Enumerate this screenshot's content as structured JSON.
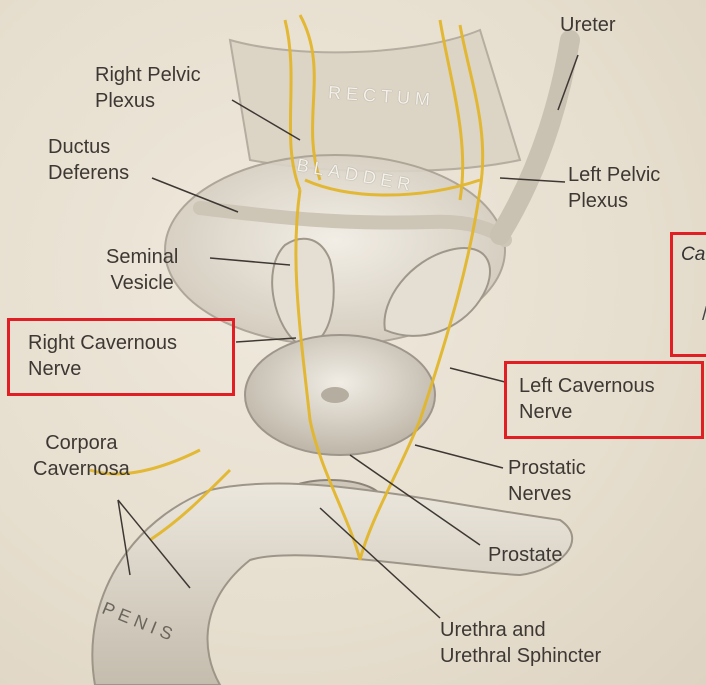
{
  "organs": {
    "rectum": "RECTUM",
    "bladder": "BLADDER",
    "penis": "PENIS"
  },
  "labels": {
    "ureter": "Ureter",
    "right_pelvic_plexus": [
      "Right Pelvic",
      "Plexus"
    ],
    "ductus_deferens": [
      "Ductus",
      "Deferens"
    ],
    "left_pelvic_plexus": [
      "Left Pelvic",
      "Plexus"
    ],
    "seminal_vesicle": [
      "Seminal",
      "Vesicle"
    ],
    "right_cavernous_nerve": [
      "Right Cavernous",
      "Nerve"
    ],
    "left_cavernous_nerve": [
      "Left Cavernous",
      "Nerve"
    ],
    "corpora_cavernosa": [
      "Corpora",
      "Cavernosa"
    ],
    "prostatic_nerves": [
      "Prostatic",
      "Nerves"
    ],
    "prostate": "Prostate",
    "urethra": [
      "Urethra and",
      "Urethral Sphincter"
    ]
  },
  "cropped_fragment": "Ca",
  "colors": {
    "highlight_box": "#e01e24",
    "nerve": "#e2b62c",
    "tissue": "#d8d0c2",
    "text": "#3d3833"
  }
}
